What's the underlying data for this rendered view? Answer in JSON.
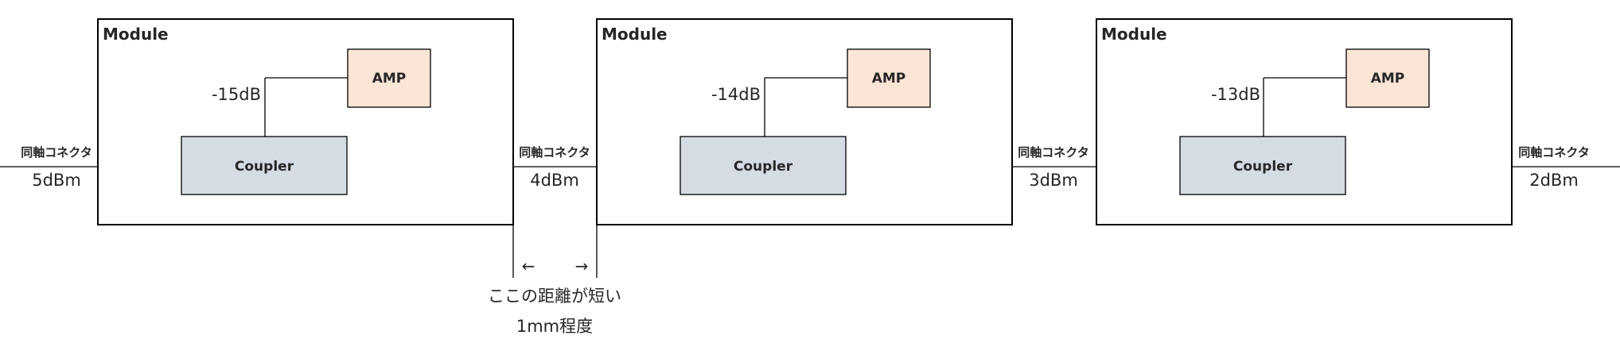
{
  "modules": [
    {
      "title": "Module",
      "amp": "AMP",
      "coupler": "Coupler",
      "coupling": "-15dB"
    },
    {
      "title": "Module",
      "amp": "AMP",
      "coupler": "Coupler",
      "coupling": "-14dB"
    },
    {
      "title": "Module",
      "amp": "AMP",
      "coupler": "Coupler",
      "coupling": "-13dB"
    }
  ],
  "connectors": [
    {
      "label": "同軸コネクタ",
      "power": "5dBm"
    },
    {
      "label": "同軸コネクタ",
      "power": "4dBm"
    },
    {
      "label": "同軸コネクタ",
      "power": "3dBm"
    },
    {
      "label": "同軸コネクタ",
      "power": "2dBm"
    }
  ],
  "gap_note": {
    "arrow_left": "←",
    "arrow_right": "→",
    "line1": "ここの距離が短い",
    "line2": "1mm程度"
  },
  "colors": {
    "amp_fill": "#fbe5d6",
    "coupler_fill": "#d6dce4",
    "stroke": "#000000"
  }
}
